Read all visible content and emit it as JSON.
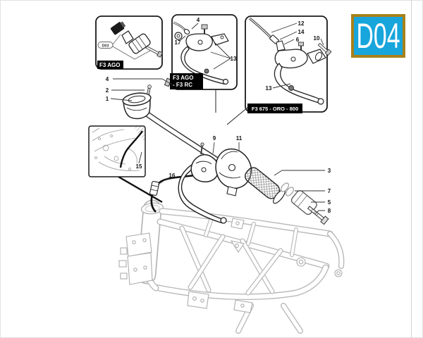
{
  "page": {
    "badge": "D04",
    "colors": {
      "badge_bg": "#17a5dc",
      "badge_border": "#a8811a",
      "badge_text": "#ffffff",
      "label_bg": "#000000",
      "label_text": "#ffffff",
      "part_ink": "#1f1f1f",
      "frame_ink": "#b6b6b6"
    }
  },
  "insets": {
    "bar_end": {
      "ref": "D03",
      "label": "F3 AGO"
    },
    "lever_ago_rc": {
      "label_line1": "F3 AGO",
      "label_line2": "- F3 RC",
      "callouts": {
        "c4": "4",
        "c17": "17",
        "c13": "13"
      }
    },
    "lever_oro": {
      "label": "F3 675 - ORO - 800",
      "callouts": {
        "c12": "12",
        "c14": "14",
        "c6": "6",
        "c10": "10",
        "c13": "13"
      }
    },
    "cable_detail": {
      "callouts": {
        "c15": "15"
      }
    }
  },
  "main": {
    "callouts": {
      "c1": "1",
      "c2": "2",
      "c3": "3",
      "c4": "4",
      "c5": "5",
      "c7": "7",
      "c8": "8",
      "c9": "9",
      "c11": "11",
      "c16": "16"
    }
  }
}
